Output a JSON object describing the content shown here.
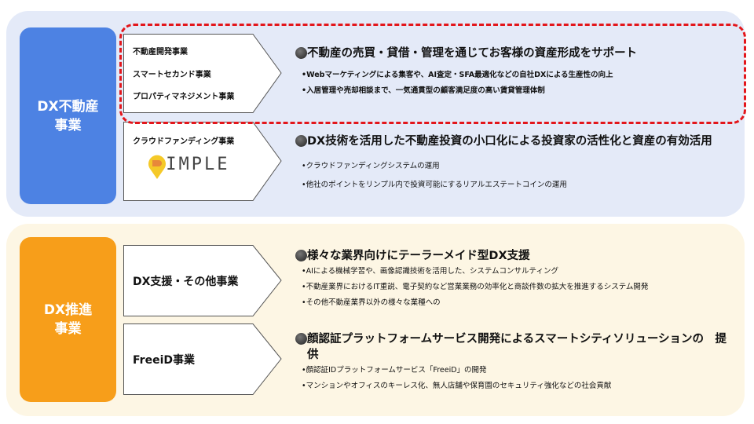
{
  "realestate": {
    "label": "DX不動産\n事業",
    "pent1_items": [
      "不動産開発事業",
      "スマートセカンド事業",
      "プロパティマネジメント事業"
    ],
    "pent2_title": "クラウドファンディング事業",
    "logo_text": "RIMPLE",
    "sec1": {
      "head": "不動産の売買・貸借・管理を通じてお客様の資産形成をサポート",
      "bullets": [
        "•Webマーケティングによる集客や、AI査定・SFA最適化などの自社DXによる生産性の向上",
        "•入居管理や売却相談まで、一気通貫型の顧客満足度の高い賃貸管理体制"
      ]
    },
    "sec2": {
      "head": "DX技術を活用した不動産投資の小口化による投資家の活性化と資産の有効活用",
      "bullets": [
        "•クラウドファンディングシステムの運用",
        "•他社のポイントをリンプル内で投資可能にするリアルエステートコインの運用"
      ]
    }
  },
  "promotion": {
    "label": "DX推進\n事業",
    "pent1_title": "DX支援・その他事業",
    "pent2_title": "FreeiD事業",
    "sec1": {
      "head": "様々な業界向けにテーラーメイド型DX支援",
      "bullets": [
        "•AIによる機械学習や、画像認識技術を活用した、システムコンサルティング",
        "•不動産業界におけるIT重説、電子契約など営業業務の効率化と商談件数の拡大を推進するシステム開発",
        "•その他不動産業界以外の様々な業種への"
      ]
    },
    "sec2": {
      "head": "顔認証プラットフォームサービス開発によるスマートシティソリューションの　提供",
      "bullets": [
        "•顔認証IDプラットフォームサービス「FreeiD」の開発",
        "•マンションやオフィスのキーレス化、無人店舗や保育園のセキュリティ強化などの社会貢献"
      ]
    }
  },
  "colors": {
    "blue": "#4d82e3",
    "orange": "#f79e1a",
    "red": "#e3161b"
  }
}
